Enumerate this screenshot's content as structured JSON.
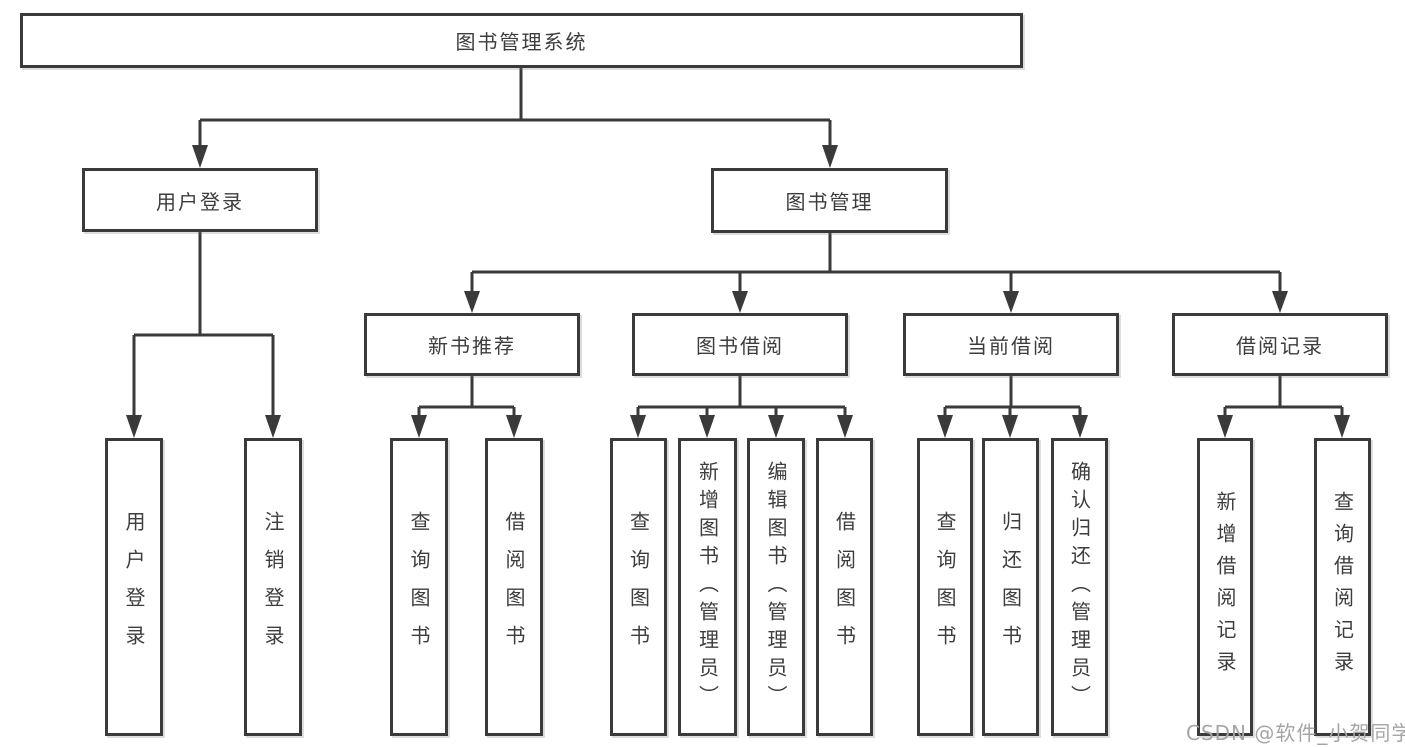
{
  "colors": {
    "line": "#3a3a3a",
    "box_border": "#3a3a3a",
    "text": "#3d3d3d",
    "background": "#ffffff",
    "watermark": "#a5a5a5"
  },
  "tree": {
    "root": {
      "label": "图书管理系统"
    },
    "children": [
      {
        "label": "用户登录",
        "children": [
          {
            "label": "用户登录"
          },
          {
            "label": "注销登录"
          }
        ]
      },
      {
        "label": "图书管理",
        "children": [
          {
            "label": "新书推荐",
            "children": [
              {
                "label": "查询图书"
              },
              {
                "label": "借阅图书"
              }
            ]
          },
          {
            "label": "图书借阅",
            "children": [
              {
                "label": "查询图书"
              },
              {
                "label": "新增图书（管理员）"
              },
              {
                "label": "编辑图书（管理员）"
              },
              {
                "label": "借阅图书"
              }
            ]
          },
          {
            "label": "当前借阅",
            "children": [
              {
                "label": "查询图书"
              },
              {
                "label": "归还图书"
              },
              {
                "label": "确认归还（管理员）"
              }
            ]
          },
          {
            "label": "借阅记录",
            "children": [
              {
                "label": "新增借阅记录"
              },
              {
                "label": "查询借阅记录"
              }
            ]
          }
        ]
      }
    ]
  },
  "watermark": {
    "text": "CSDN @软件_小贺同学"
  }
}
